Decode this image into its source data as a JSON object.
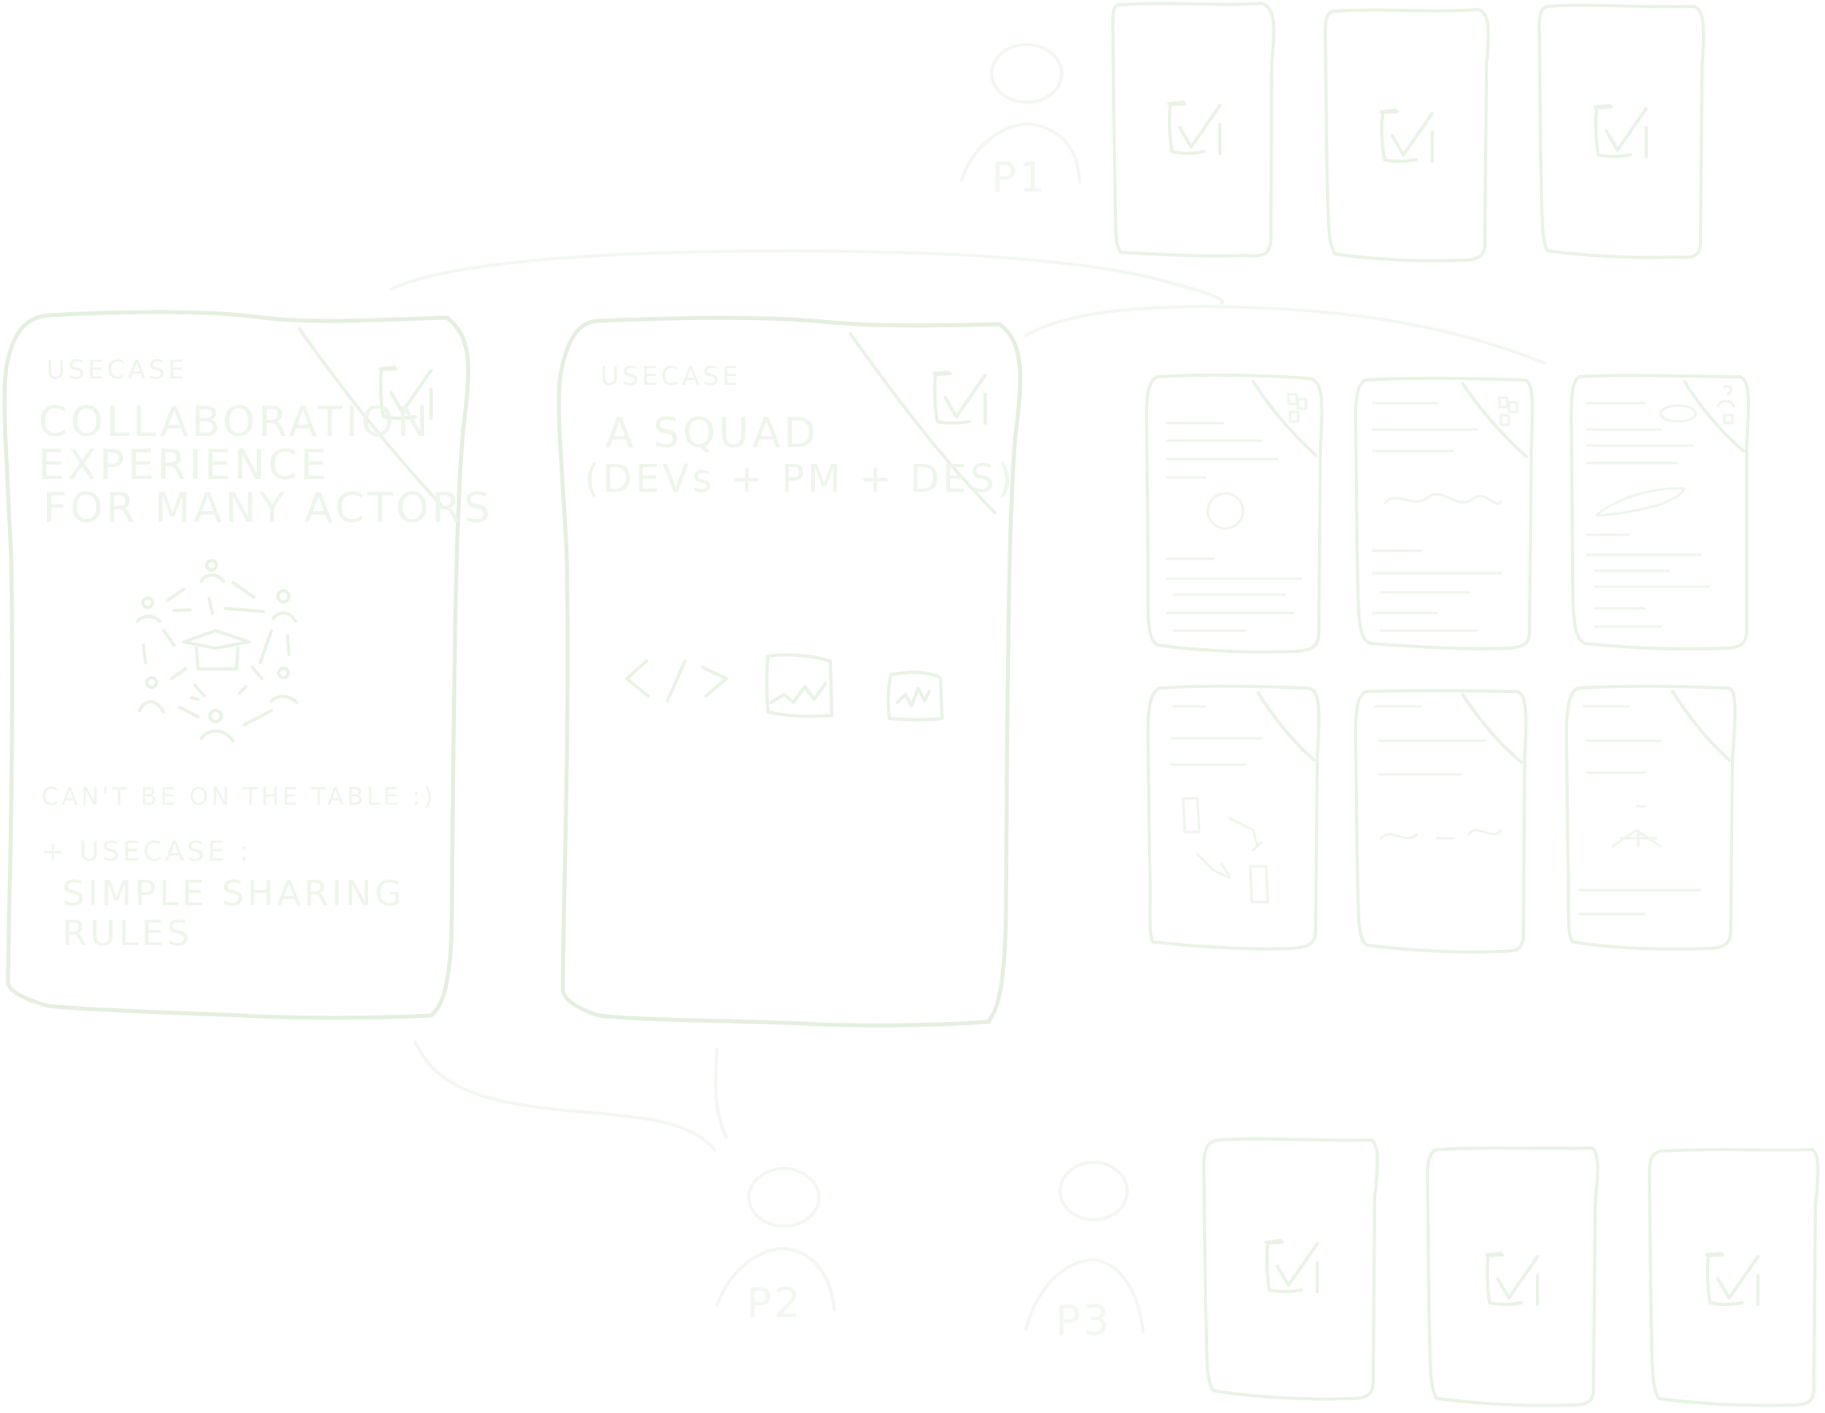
{
  "cards": {
    "collaboration": {
      "eyebrow": "USECASE",
      "title_lines": [
        "COLLABORATION",
        "EXPERIENCE",
        "FOR MANY ACTORS"
      ],
      "note": "CAN'T BE ON THE TABLE :)",
      "usecase_label": "+ USECASE :",
      "sub_lines": [
        "SIMPLE SHARING",
        "RULES"
      ]
    },
    "squad": {
      "eyebrow": "USECASE",
      "title_lines": [
        "A SQUAD",
        "(DEVs + PM + DES)"
      ]
    }
  },
  "personas": [
    "P1",
    "P2",
    "P3"
  ],
  "icons": {
    "collab": "people-network-icon",
    "code": "code-icon",
    "chart": "chart-icon",
    "hand": "hand-icon",
    "check": "checkbox-icon"
  },
  "colors": {
    "ink": "#e9f3e5",
    "background": "#ffffff"
  }
}
